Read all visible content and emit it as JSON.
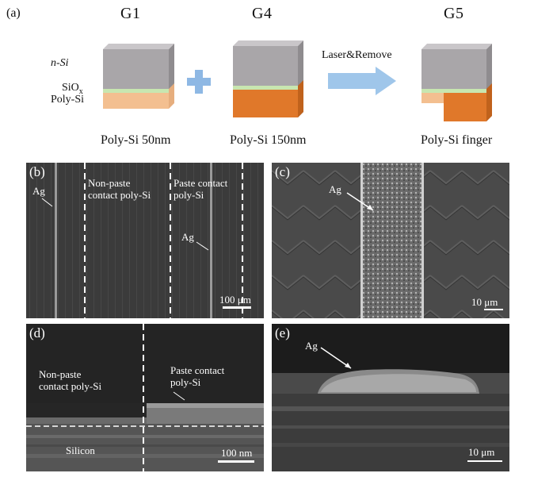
{
  "panel_a": {
    "letter": "(a)",
    "groups": [
      "G1",
      "G4",
      "G5"
    ],
    "layer_labels": {
      "n_si": "n-Si",
      "siox": "SiOx",
      "polysi": "Poly-Si"
    },
    "arrow_label": "Laser&Remove",
    "captions": [
      "Poly-Si 50nm",
      "Poly-Si 150nm",
      "Poly-Si finger"
    ]
  },
  "panel_b": {
    "letter": "(b)",
    "labels": {
      "ag_left": "Ag",
      "non_paste": "Non-paste\ncontact poly-Si",
      "paste": "Paste contact\npoly-Si",
      "ag_right": "Ag"
    },
    "scale": "100 μm"
  },
  "panel_c": {
    "letter": "(c)",
    "labels": {
      "ag": "Ag"
    },
    "scale": "10 μm"
  },
  "panel_d": {
    "letter": "(d)",
    "labels": {
      "non_paste": "Non-paste\ncontact poly-Si",
      "paste": "Paste contact\npoly-Si",
      "silicon": "Silicon"
    },
    "scale": "100 nm"
  },
  "panel_e": {
    "letter": "(e)",
    "labels": {
      "ag": "Ag"
    },
    "scale": "10 μm"
  },
  "colors": {
    "si_front": "#a9a6a9",
    "si_top": "#c9c6c9",
    "si_side": "#8f8c8f",
    "siox": "#c8e6b0",
    "poly_thin": "#f3bf90",
    "poly_thick": "#e0782a",
    "plus": "#8eb8e4",
    "arrow": "#9fc6ea"
  }
}
